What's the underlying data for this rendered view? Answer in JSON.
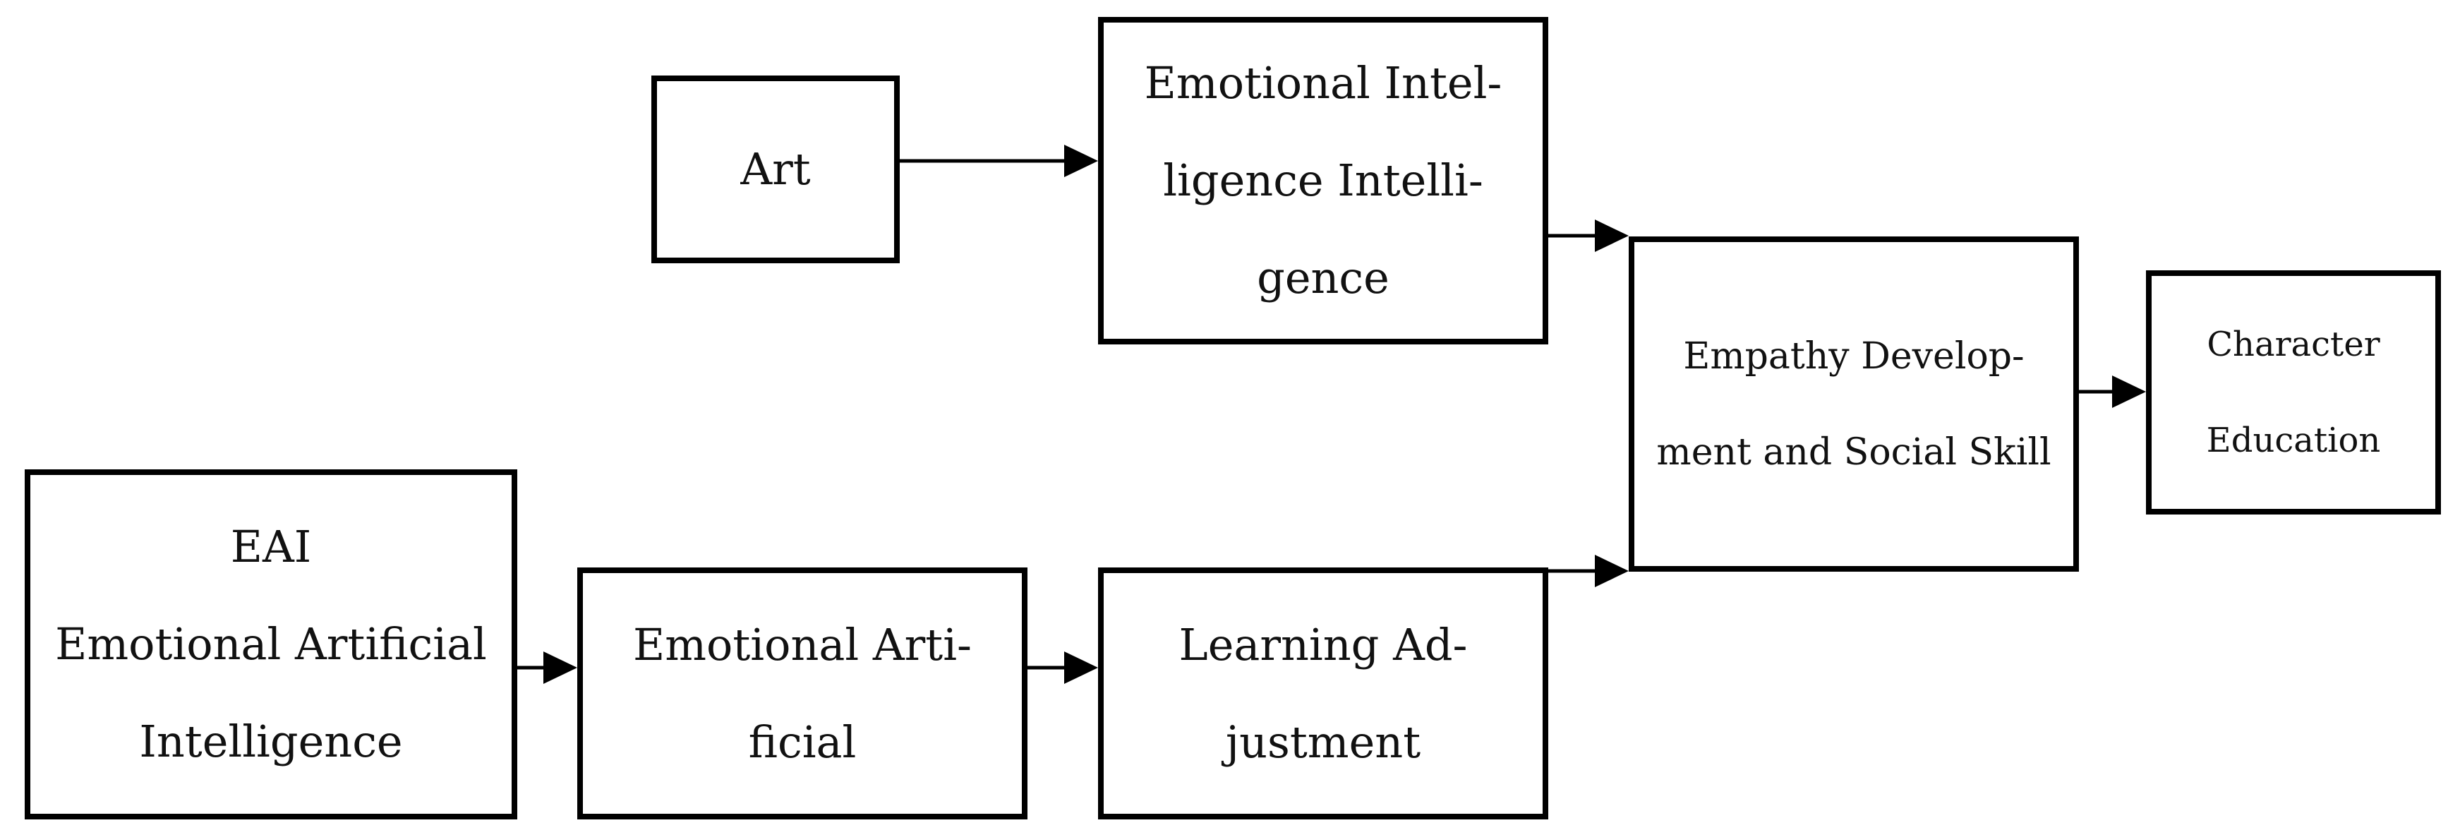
{
  "diagram": {
    "nodes": {
      "art": {
        "lines": [
          "Art"
        ]
      },
      "emotional_intelligence": {
        "lines": [
          "Emotional Intel-",
          "ligence Intelli-",
          "gence"
        ]
      },
      "empathy": {
        "lines": [
          "Empathy Develop-",
          "ment and Social Skill"
        ]
      },
      "character": {
        "lines": [
          "Character",
          "Education"
        ]
      },
      "eai": {
        "lines": [
          "EAI",
          "Emotional Artificial",
          "Intelligence"
        ]
      },
      "emotional_artificial": {
        "lines": [
          "Emotional Arti-",
          "ficial"
        ]
      },
      "learning": {
        "lines": [
          "Learning Ad-",
          "justment"
        ]
      }
    },
    "edges": [
      {
        "from": "art",
        "to": "emotional_intelligence"
      },
      {
        "from": "emotional_intelligence",
        "to": "empathy"
      },
      {
        "from": "learning",
        "to": "empathy"
      },
      {
        "from": "empathy",
        "to": "character"
      },
      {
        "from": "eai",
        "to": "emotional_artificial"
      },
      {
        "from": "emotional_artificial",
        "to": "learning"
      }
    ]
  }
}
